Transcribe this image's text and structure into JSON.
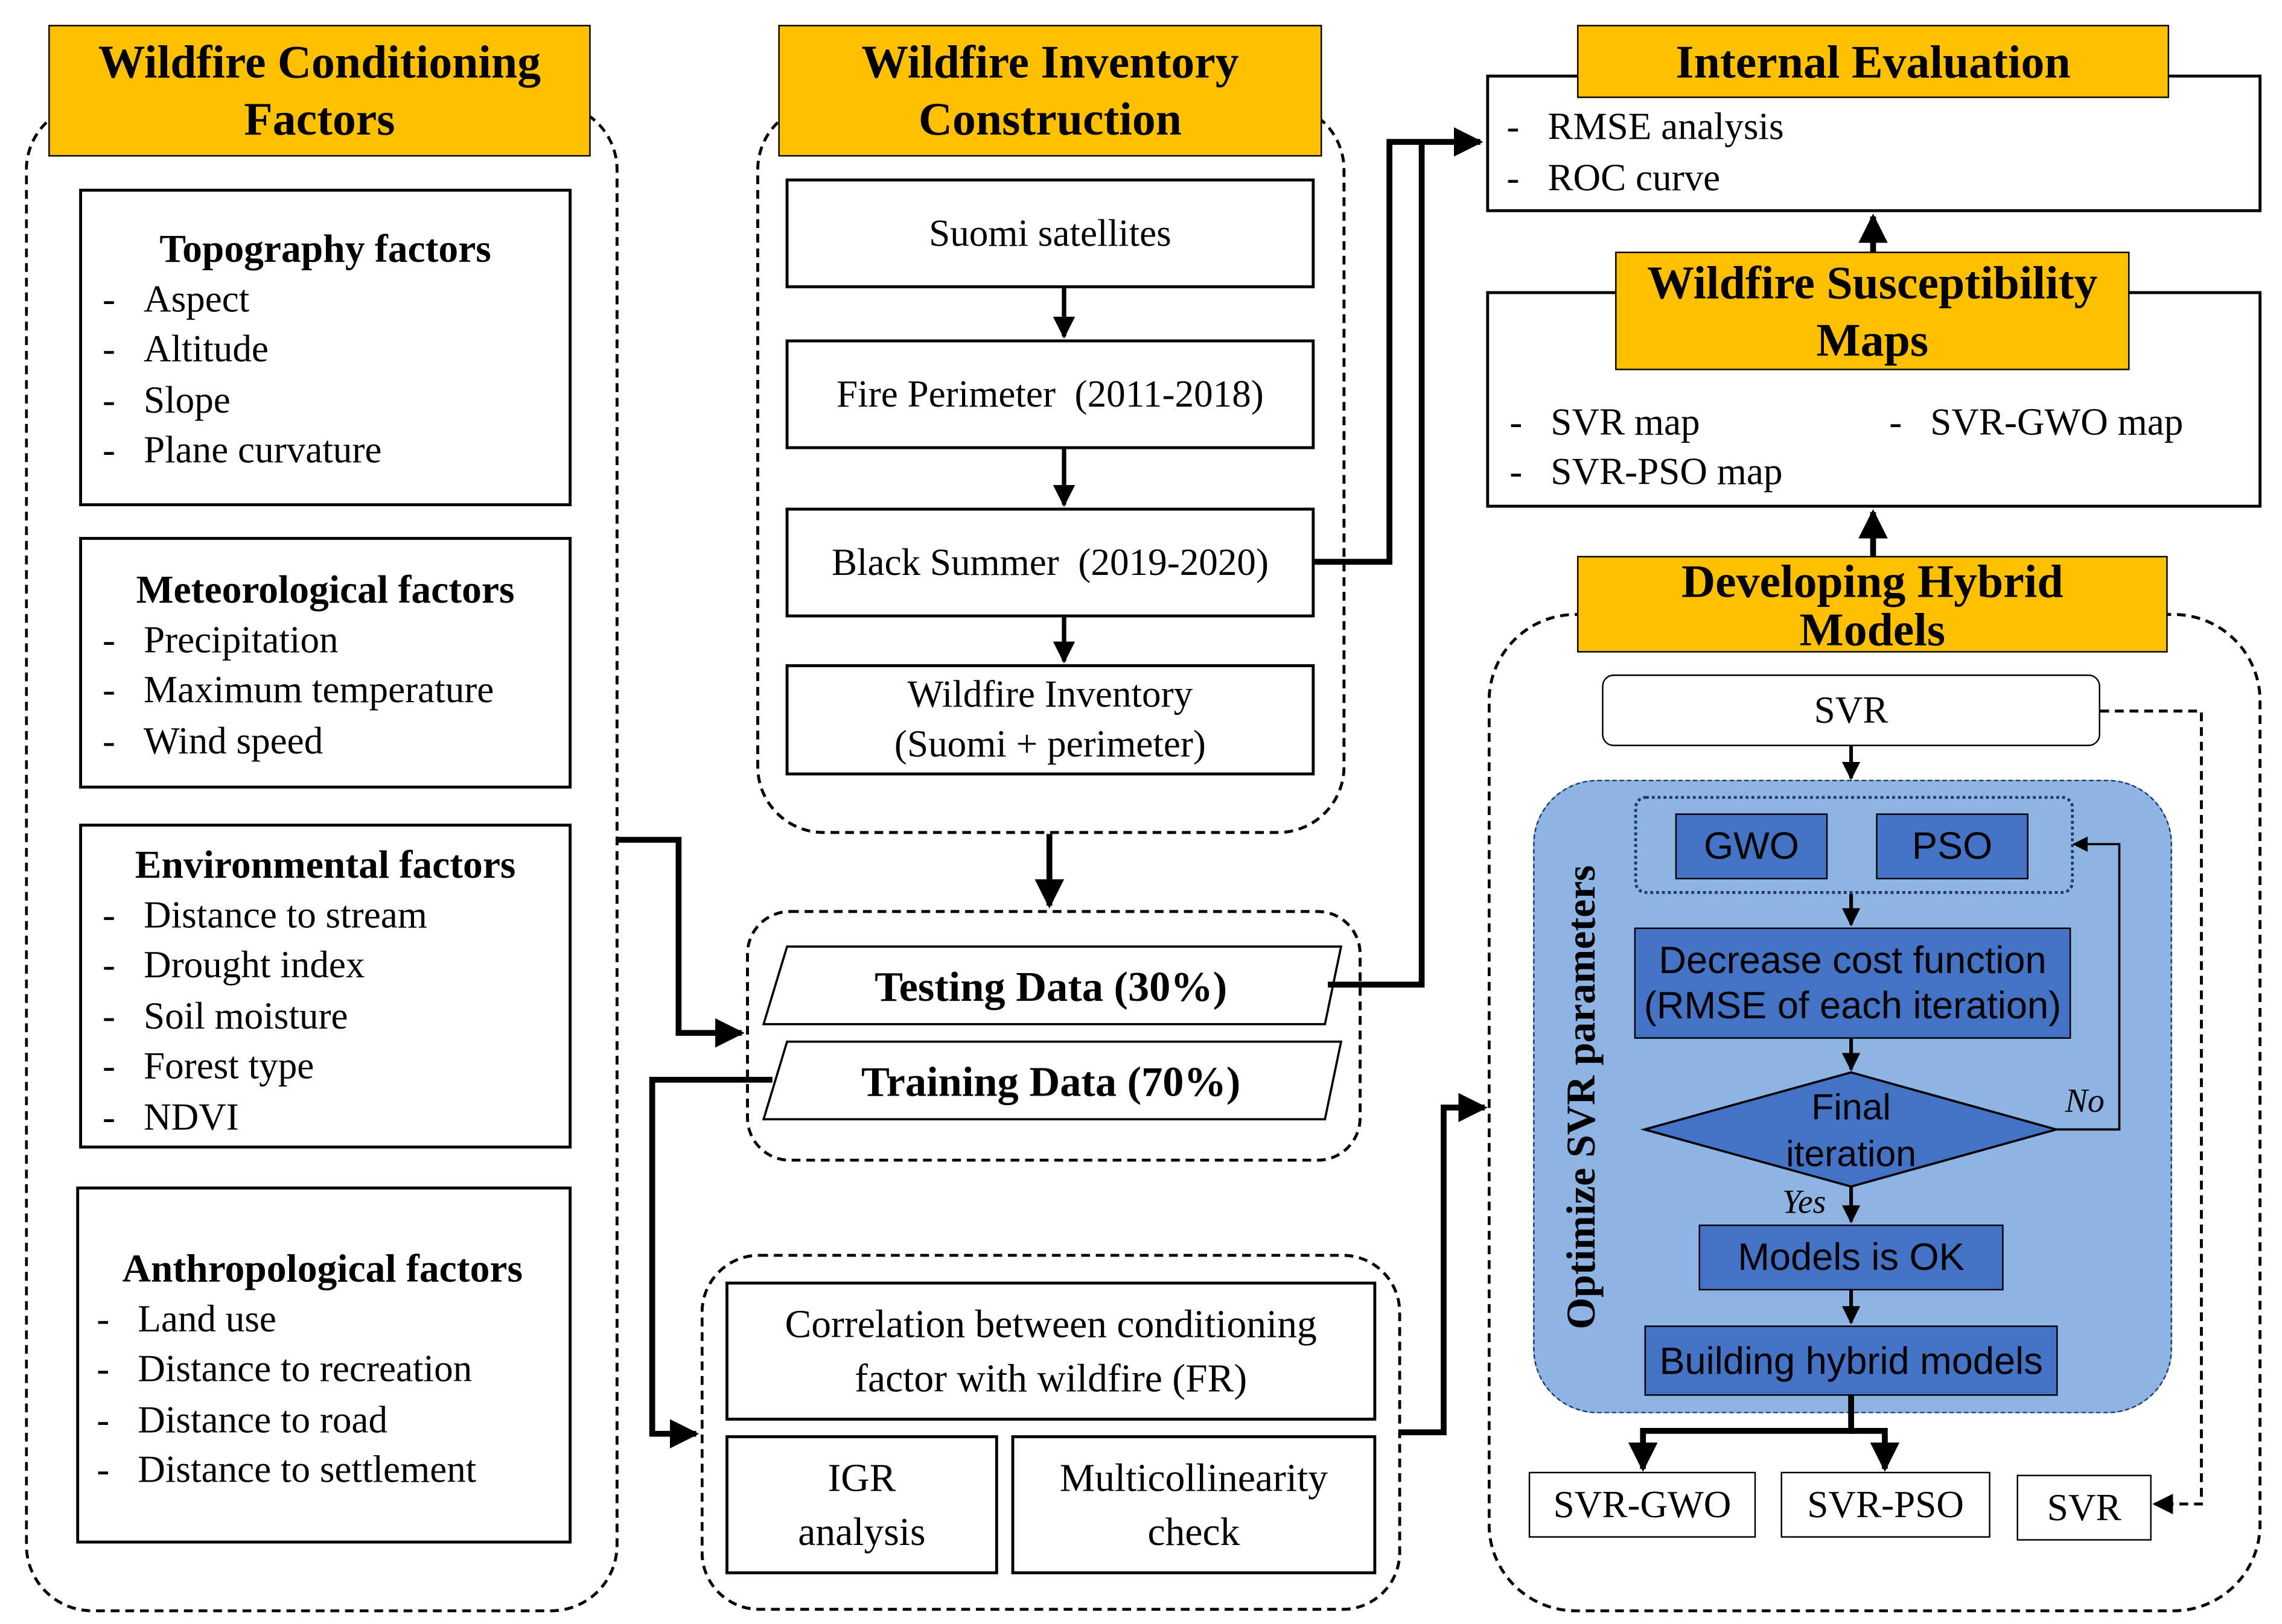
{
  "conditioning": {
    "header": [
      "Wildfire Conditioning",
      "Factors"
    ],
    "topography": {
      "title": "Topography factors",
      "items": [
        "Aspect",
        "Altitude",
        "Slope",
        "Plane curvature"
      ]
    },
    "meteorological": {
      "title": "Meteorological factors",
      "items": [
        "Precipitation",
        "Maximum temperature",
        "Wind speed"
      ]
    },
    "environmental": {
      "title": "Environmental factors",
      "items": [
        "Distance to stream",
        "Drought index",
        "Soil moisture",
        "Forest type",
        "NDVI"
      ]
    },
    "anthropological": {
      "title": "Anthropological factors",
      "items": [
        "Land use",
        "Distance to recreation",
        "Distance to road",
        "Distance to settlement"
      ]
    }
  },
  "inventory": {
    "header": [
      "Wildfire Inventory",
      "Construction"
    ],
    "steps": [
      "Suomi satellites",
      "Fire Perimeter  (2011-2018)",
      "Black Summer  (2019-2020)"
    ],
    "final": [
      "Wildfire Inventory",
      "(Suomi + perimeter)"
    ]
  },
  "split": {
    "testing": "Testing Data (30%)",
    "training": "Training Data (70%)"
  },
  "factor_analysis": {
    "correlation": [
      "Correlation between conditioning",
      "factor with wildfire (FR)"
    ],
    "igr": [
      "IGR",
      "analysis"
    ],
    "multicollinearity": [
      "Multicollinearity",
      "check"
    ]
  },
  "internal_evaluation": {
    "header": "Internal Evaluation",
    "items": [
      "RMSE analysis",
      "ROC curve"
    ]
  },
  "susceptibility": {
    "header": [
      "Wildfire Susceptibility",
      "Maps"
    ],
    "items_left": [
      "SVR map",
      "SVR-PSO map"
    ],
    "items_right": [
      "SVR-GWO map"
    ]
  },
  "hybrid": {
    "header": [
      "Developing Hybrid",
      "Models"
    ],
    "svr": "SVR",
    "optimize_label": "Optimize SVR parameters",
    "gwo": "GWO",
    "pso": "PSO",
    "cost": [
      "Decrease cost function",
      "(RMSE of each iteration)"
    ],
    "decision": [
      "Final",
      "iteration"
    ],
    "no": "No",
    "yes": "Yes",
    "ok": "Models is OK",
    "building": "Building hybrid models",
    "outputs": [
      "SVR-GWO",
      "SVR-PSO",
      "SVR"
    ]
  },
  "colors": {
    "header_fill": "#ffc000",
    "panel_fill": "#8eb4e3",
    "inner_box_fill": "#4472c4"
  }
}
